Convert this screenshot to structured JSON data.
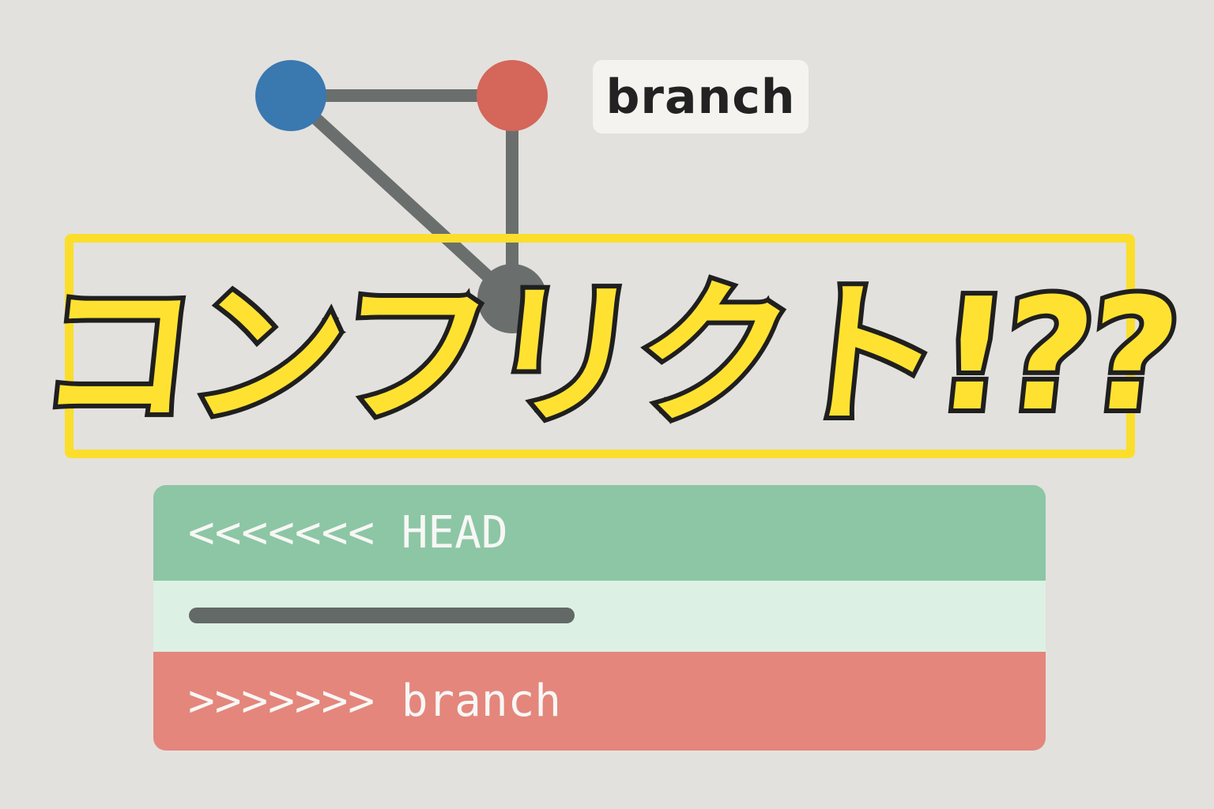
{
  "graph": {
    "label": "branch",
    "colors": {
      "commit_blue": "#3a78b0",
      "commit_red": "#d4665a",
      "commit_merge": "#6a6f6e",
      "edge": "#6a6f6e"
    }
  },
  "title": {
    "text": "コンフリクト!??",
    "color": "#ffe231",
    "outline": "#1f1f1f",
    "box_color": "#fbde2c"
  },
  "conflict": {
    "head_marker": "<<<<<<< HEAD",
    "branch_marker": ">>>>>>> branch",
    "colors": {
      "ours": "#8cc6a5",
      "separator": "#dcf1e4",
      "theirs": "#e4867c"
    }
  }
}
